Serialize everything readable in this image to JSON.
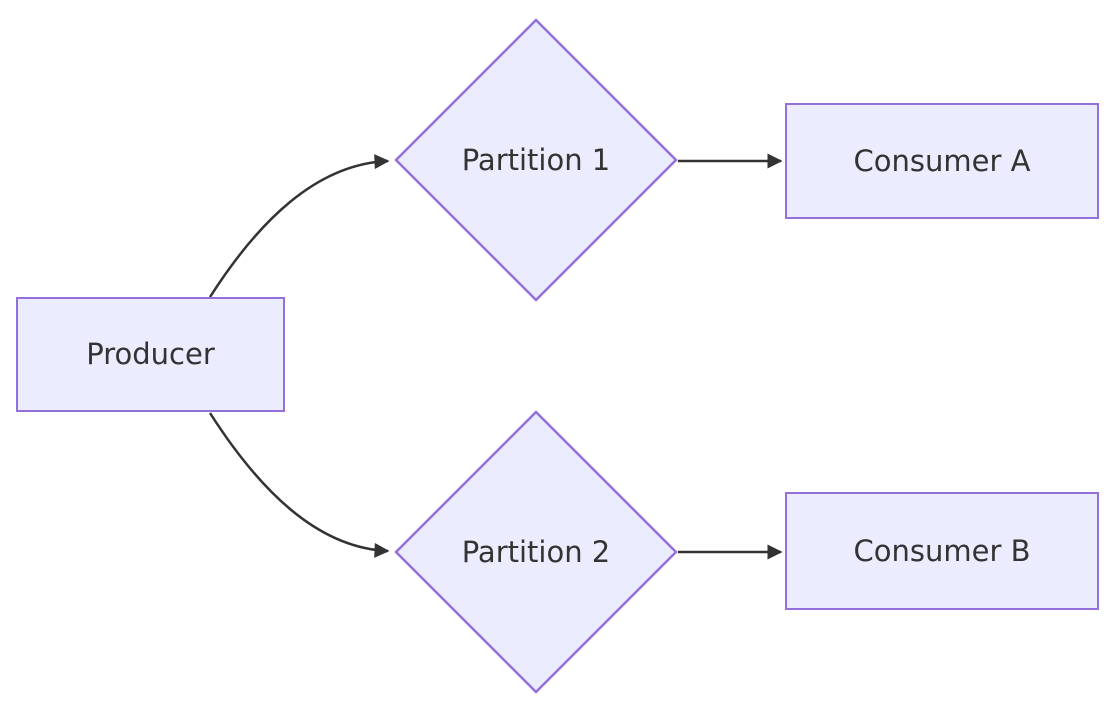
{
  "diagram": {
    "type": "flowchart",
    "direction": "LR",
    "nodes": [
      {
        "id": "producer",
        "label": "Producer",
        "shape": "rectangle"
      },
      {
        "id": "partition1",
        "label": "Partition 1",
        "shape": "diamond"
      },
      {
        "id": "partition2",
        "label": "Partition 2",
        "shape": "diamond"
      },
      {
        "id": "consumerA",
        "label": "Consumer A",
        "shape": "rectangle"
      },
      {
        "id": "consumerB",
        "label": "Consumer B",
        "shape": "rectangle"
      }
    ],
    "edges": [
      {
        "from": "producer",
        "to": "partition1",
        "style": "curved-arrow"
      },
      {
        "from": "producer",
        "to": "partition2",
        "style": "curved-arrow"
      },
      {
        "from": "partition1",
        "to": "consumerA",
        "style": "straight-arrow"
      },
      {
        "from": "partition2",
        "to": "consumerB",
        "style": "straight-arrow"
      }
    ],
    "theme": {
      "node_fill": "#ECECFF",
      "node_border": "#9370DB",
      "edge_color": "#333333",
      "text_color": "#333333",
      "background": "#FFFFFF"
    }
  }
}
